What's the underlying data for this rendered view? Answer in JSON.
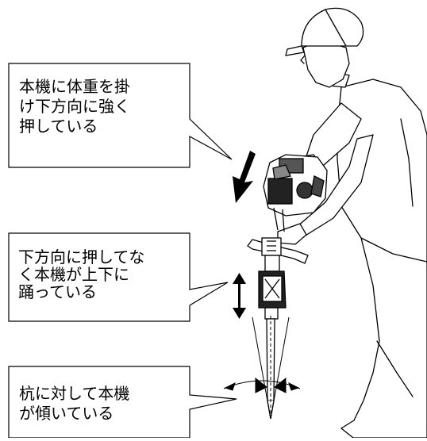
{
  "callouts": [
    {
      "lines": [
        "本機に体重を掛",
        "け下方向に強く",
        "押している"
      ]
    },
    {
      "lines": [
        "下方向に押してな",
        "く本機が上下に",
        "踊っている"
      ]
    },
    {
      "lines": [
        "杭に対して本機",
        "が傾いている"
      ]
    }
  ],
  "illustration": {
    "subject": "worker-operating-ground-rod-driver",
    "line_color": "#000000",
    "fill_color": "#ffffff"
  }
}
